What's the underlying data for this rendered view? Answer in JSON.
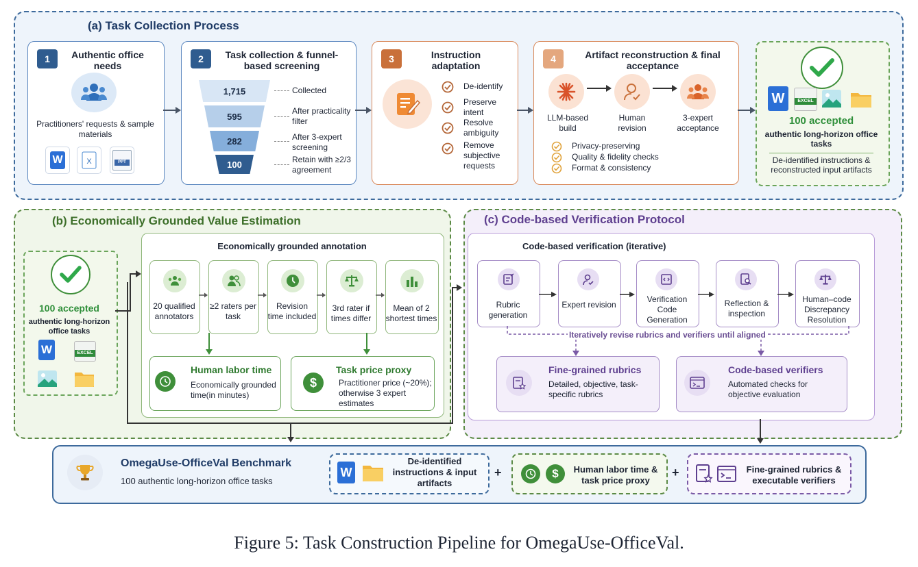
{
  "sectionA": {
    "title": "(a)  Task Collection Process",
    "step1": {
      "num": "1",
      "title": "Authentic office needs",
      "desc": "Practitioners' requests & sample materials",
      "doc_ppt": "PPT"
    },
    "step2": {
      "num": "2",
      "title": "Task collection & funnel-based screening",
      "funnel": [
        {
          "value": "1,715",
          "label": "Collected"
        },
        {
          "value": "595",
          "label": "After practicality filter"
        },
        {
          "value": "282",
          "label": "After 3-expert screening"
        },
        {
          "value": "100",
          "label": "Retain with ≥2/3 agreement"
        }
      ]
    },
    "step3": {
      "num": "3",
      "title": "Instruction adaptation",
      "checks": [
        "De-identify",
        "Preserve intent",
        "Resolve ambiguity",
        "Remove subjective requests"
      ]
    },
    "step4": {
      "num": "4",
      "title": "Artifact reconstruction & final acceptance",
      "stages": [
        "LLM-based build",
        "Human revision",
        "3-expert acceptance"
      ],
      "checks": [
        "Privacy-preserving",
        "Quality & fidelity checks",
        "Format & consistency"
      ]
    },
    "result": {
      "count": "100 accepted",
      "subtitle": "authentic long-horizon office tasks",
      "desc": "De-identified instructions & reconstructed input artifacts",
      "excel_label": "EXCEL"
    }
  },
  "sectionB": {
    "title": "(b) Economically Grounded Value Estimation",
    "accepted": {
      "count": "100 accepted",
      "subtitle": "authentic long-horizon office tasks",
      "excel_label": "EXCEL"
    },
    "annotation_title": "Economically grounded annotation",
    "steps": [
      "20 qualified annotators",
      "≥2 raters per task",
      "Revision time included",
      "3rd rater if times differ",
      "Mean of 2 shortest times"
    ],
    "labor": {
      "title": "Human labor time",
      "desc": "Economically grounded time(in minutes)"
    },
    "price": {
      "title": "Task price proxy",
      "desc": "Practitioner price (~20%); otherwise 3 expert estimates"
    }
  },
  "sectionC": {
    "title": "(c) Code-based Verification Protocol",
    "inner_title": "Code-based verification  (iterative)",
    "steps": [
      "Rubric generation",
      "Expert revision",
      "Verification Code Generation",
      "Reflection & inspection",
      "Human–code Discrepancy Resolution"
    ],
    "loop_label": "Iteratively revise rubrics and verifiers until aligned",
    "rubrics": {
      "title": "Fine-grained rubrics",
      "desc": "Detailed, objective, task-specific rubrics"
    },
    "verifiers": {
      "title": "Code-based verifiers",
      "desc": "Automated checks for objective evaluation"
    }
  },
  "benchmark": {
    "title": "OmegaUse-OfficeVal Benchmark",
    "desc": "100 authentic long-horizon office tasks",
    "item1": "De-identified instructions & input artifacts",
    "item2": "Human labor time & task price proxy",
    "item3": "Fine-grained rubrics & executable verifiers",
    "plus": "+"
  },
  "caption": "Figure 5: Task Construction Pipeline for OmegaUse-OfficeVal.",
  "colors": {
    "blue": "#2f5c8f",
    "orange": "#c9703a",
    "green": "#3f8f3a",
    "purple": "#7a5aa6"
  }
}
